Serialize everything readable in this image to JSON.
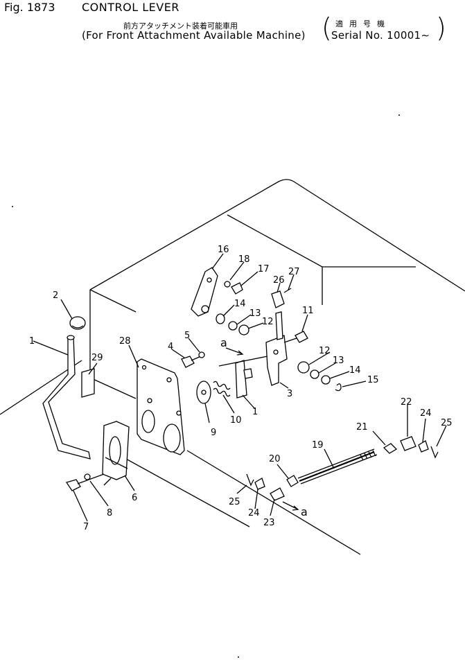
{
  "header": {
    "fig_label": "Fig. 1873",
    "title": "CONTROL LEVER",
    "subtitle_jp": "前方アタッチメント装着可能車用",
    "subtitle_en": "(For Front Attachment Available Machine)",
    "serial_jp": "適用号機",
    "serial": "Serial No. 10001∼"
  },
  "callouts": {
    "c1a": "1",
    "c1b": "1",
    "c2": "2",
    "c3": "3",
    "c4": "4",
    "c5": "5",
    "c6": "6",
    "c7": "7",
    "c8": "8",
    "c9": "9",
    "c10": "10",
    "c11": "11",
    "c12a": "12",
    "c12b": "12",
    "c13a": "13",
    "c13b": "13",
    "c14a": "14",
    "c14b": "14",
    "c15": "15",
    "c16": "16",
    "c17": "17",
    "c18": "18",
    "c19": "19",
    "c20": "20",
    "c21": "21",
    "c22": "22",
    "c23": "23",
    "c24a": "24",
    "c24b": "24",
    "c25a": "25",
    "c25b": "25",
    "c26": "26",
    "c27": "27",
    "c28": "28",
    "c29": "29",
    "ref_a1": "a",
    "ref_a2": "a"
  }
}
